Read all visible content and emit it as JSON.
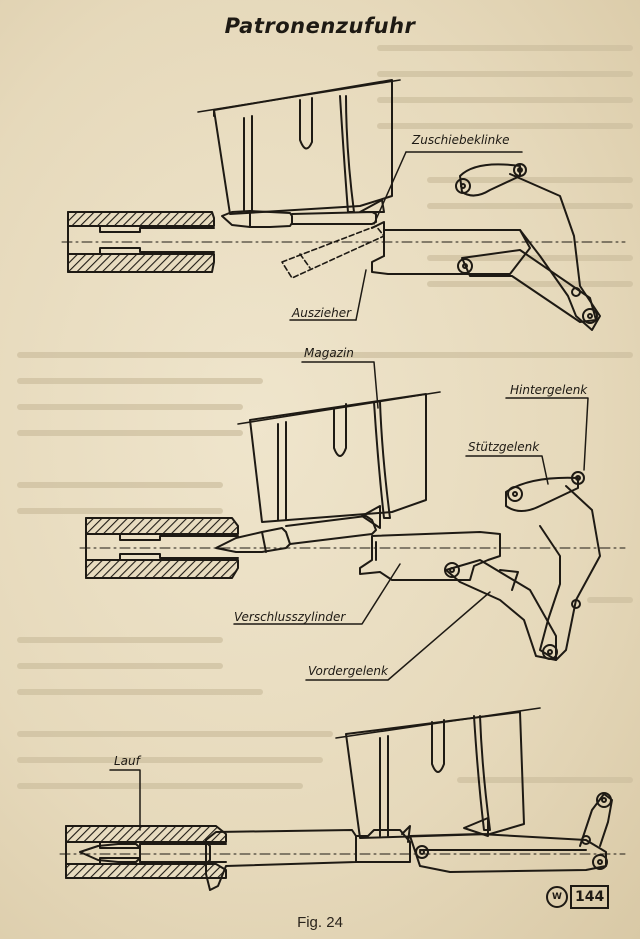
{
  "title": "Patronenzufuhr",
  "caption": "Fig. 24",
  "figure_number": "144",
  "labels": {
    "zuschiebeklinke": "Zuschiebeklinke",
    "auszieher": "Auszieher",
    "magazin": "Magazin",
    "hintergelenk": "Hintergelenk",
    "stuetzgelenk": "Stützgelenk",
    "verschlusszylinder": "Verschlusszylinder",
    "vordergelenk": "Vordergelenk",
    "lauf": "Lauf"
  },
  "colors": {
    "ink": "#1e1a14",
    "paper": "#e8dcc0",
    "faded_text": "#cbbd9f"
  }
}
